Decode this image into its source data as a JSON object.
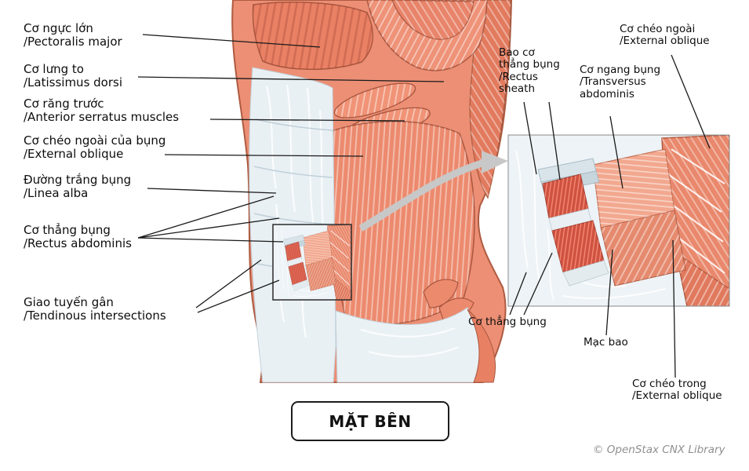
{
  "left_labels": [
    {
      "text": "Cơ ngực lớn\n/Pectoralis major"
    },
    {
      "text": "Cơ lưng to\n/Latissimus dorsi"
    },
    {
      "text": "Cơ răng trước\n/Anterior serratus muscles"
    },
    {
      "text": "Cơ chéo ngoài của bụng\n/External oblique"
    },
    {
      "text": "Đường trắng bụng\n/Linea alba"
    },
    {
      "text": "Cơ thẳng bụng\n/Rectus abdominis"
    },
    {
      "text": "Giao tuyến gân\n/Tendinous intersections"
    }
  ],
  "inset_labels": {
    "rectus_sheath": "Bao cơ\nthẳng bụng\n/Rectus\nsheath",
    "transversus_abdominis": "Cơ ngang bụng\n/Transversus\nabdominis",
    "external_oblique": "Cơ chéo ngoài\n/External oblique",
    "rectus_abdominis": "Cơ thẳng bụng",
    "sheath_fascia": "Mạc bao",
    "internal_oblique": "Cơ chéo trong\n/External oblique"
  },
  "view_label": "MẶT BÊN",
  "copyright": "© OpenStax CNX Library",
  "colors": {
    "muscle_base": "#EC8F75",
    "muscle_outline": "#AA5740",
    "rectus_red": "#CE5240",
    "fascia": "#E9F0F4",
    "arrow_gray": "#C8C8C8"
  }
}
